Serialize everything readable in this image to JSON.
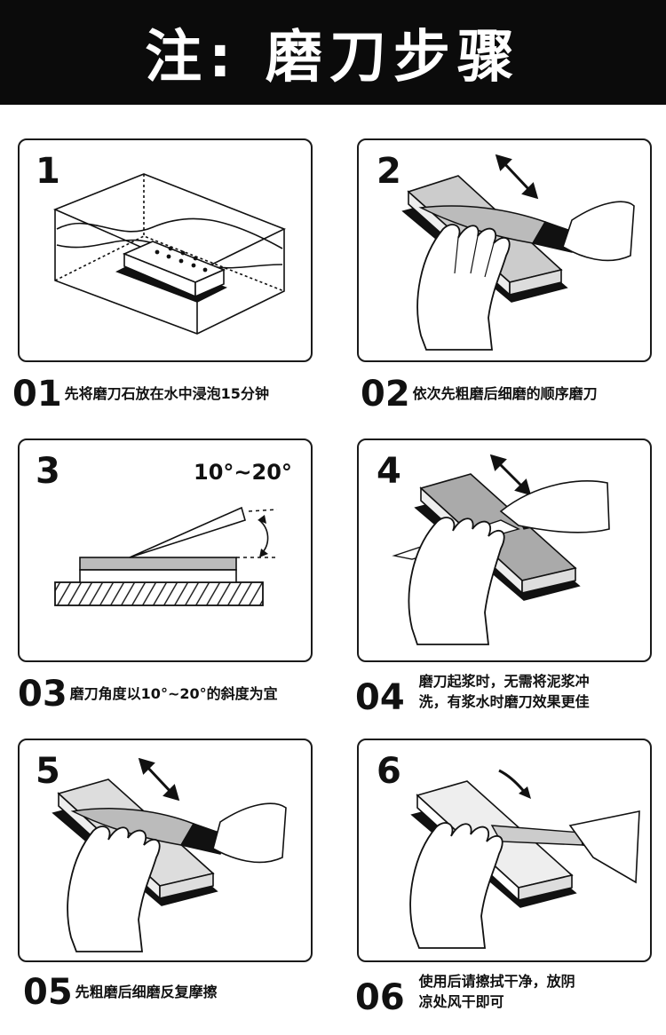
{
  "header": {
    "title": "注:  磨刀步骤"
  },
  "angle_label": "10°~20°",
  "steps": [
    {
      "digit": "1",
      "num": "01",
      "text": "先将磨刀石放在水中浸泡15分钟"
    },
    {
      "digit": "2",
      "num": "02",
      "text": "依次先粗磨后细磨的顺序磨刀"
    },
    {
      "digit": "3",
      "num": "03",
      "text": "磨刀角度以10°~20°的斜度为宜"
    },
    {
      "digit": "4",
      "num": "04",
      "lines": [
        "磨刀起浆时，无需将泥浆冲",
        "洗，有浆水时磨刀效果更佳"
      ]
    },
    {
      "digit": "5",
      "num": "05",
      "text": "先粗磨后细磨反复摩擦"
    },
    {
      "digit": "6",
      "num": "06",
      "lines": [
        "使用后请擦拭干净，放阴",
        "凉处风干即可"
      ]
    }
  ]
}
